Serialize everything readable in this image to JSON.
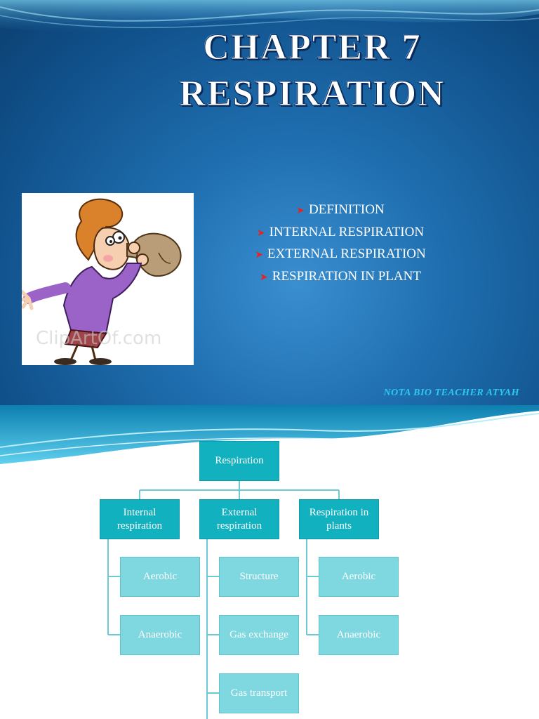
{
  "slide1": {
    "title_line1": "CHAPTER 7",
    "title_line2": "RESPIRATION",
    "bullets": [
      "DEFINITION",
      "INTERNAL RESPIRATION",
      "EXTERNAL RESPIRATION",
      "RESPIRATION IN PLANT"
    ],
    "footer": "NOTA BIO TEACHER ATYAH"
  },
  "chart": {
    "root": "Respiration",
    "branches": [
      {
        "label": "Internal respiration",
        "children": [
          "Aerobic",
          "Anaerobic"
        ]
      },
      {
        "label": "External respiration",
        "children": [
          "Structure",
          "Gas exchange",
          "Gas transport"
        ]
      },
      {
        "label": "Respiration in plants",
        "children": [
          "Aerobic",
          "Anaerobic"
        ]
      }
    ]
  },
  "colors": {
    "box_dark": "#12b1c0",
    "box_light": "#7fd8e0",
    "bullet_arrow": "#e8231e",
    "footer_text": "#2fc8f0"
  }
}
